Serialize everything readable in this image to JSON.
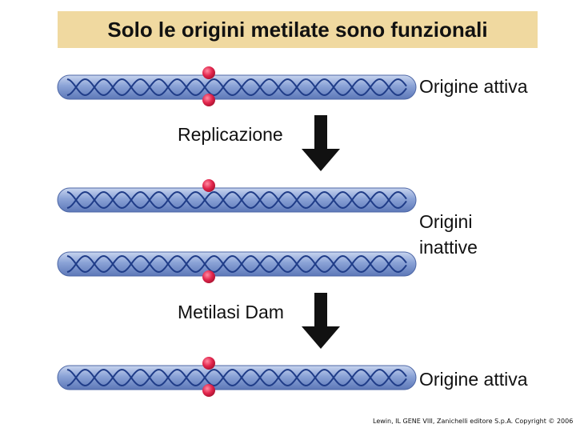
{
  "title": "Solo le origini metilate sono funzionali",
  "labels": {
    "active_top": "Origine attiva",
    "replication": "Replicazione",
    "inactive_line1": "Origini",
    "inactive_line2": "inattive",
    "methylase": "Metilasi Dam",
    "active_bottom": "Origine attiva"
  },
  "credit": "Lewin, IL GENE VIII, Zanichelli editore S.p.A. Copyright © 2006",
  "colors": {
    "title_bg": "#f0d9a0",
    "dna_cylinder": "#7e98cf",
    "dna_strand": "#1f3c88",
    "methyl_mark": "#e2264d",
    "arrow": "#111111"
  },
  "dna_molecules": [
    {
      "id": "parent",
      "methyl_top": true,
      "methyl_bottom": true
    },
    {
      "id": "daughter-1",
      "methyl_top": true,
      "methyl_bottom": false
    },
    {
      "id": "daughter-2",
      "methyl_top": false,
      "methyl_bottom": true
    },
    {
      "id": "remethylated",
      "methyl_top": true,
      "methyl_bottom": true
    }
  ]
}
